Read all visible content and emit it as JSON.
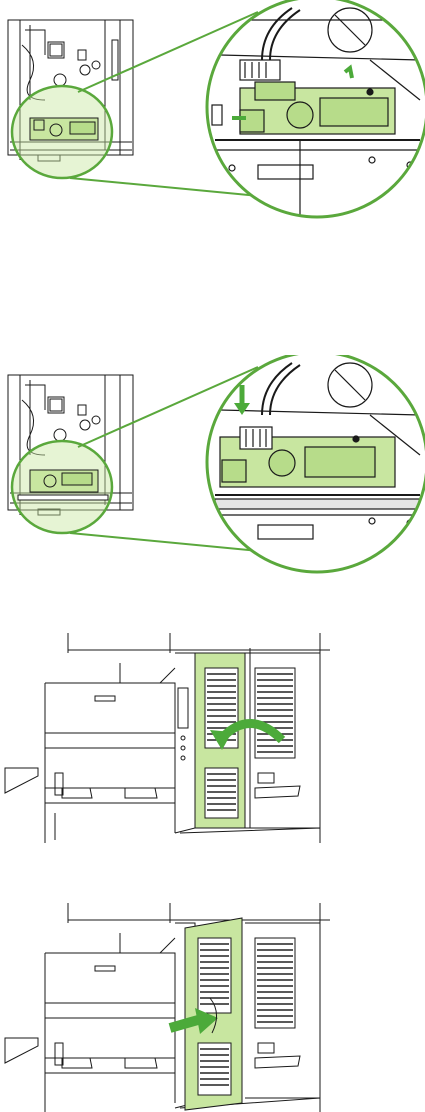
{
  "figures": [
    {
      "id": "fig1",
      "subject": "formatter-board-fax-card-removal",
      "arrow": "remove-card"
    },
    {
      "id": "fig2",
      "subject": "formatter-board-fax-card-install",
      "arrow": "push-card-down"
    },
    {
      "id": "fig3",
      "subject": "printer-right-side-panel-open",
      "arrow": "swing-open"
    },
    {
      "id": "fig4",
      "subject": "printer-right-side-panel-close",
      "arrow": "slide-closed"
    }
  ],
  "colors": {
    "line": "#1a1a1a",
    "highlight_fill": "#c8e6a0",
    "highlight_stroke": "#5aa83c",
    "arrow": "#4caa3a",
    "background": "#ffffff"
  },
  "icons": [
    "arrow-icon",
    "magnifier-circle-icon",
    "connector-icon"
  ]
}
